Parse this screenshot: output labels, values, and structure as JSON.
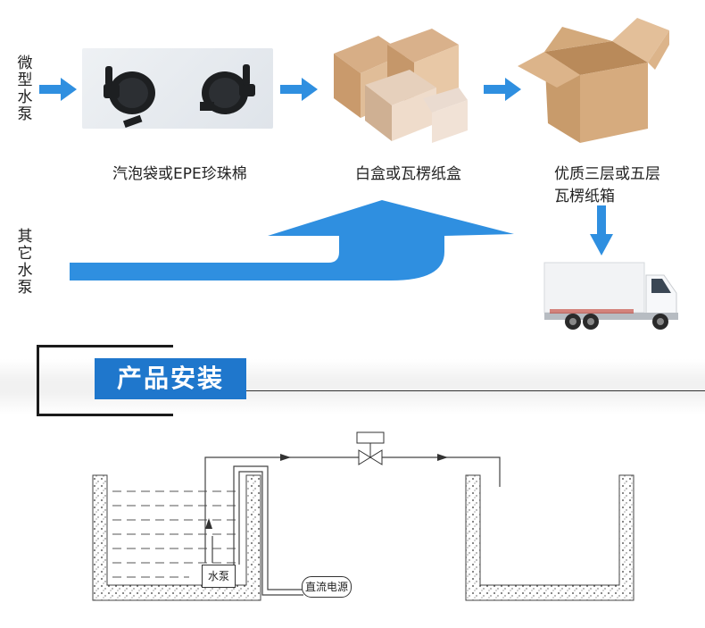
{
  "packaging": {
    "micro_pump_label": [
      "微",
      "型",
      "水",
      "泵"
    ],
    "other_pump_label": [
      "其",
      "它",
      "水",
      "泵"
    ],
    "step1_caption": "汽泡袋或EPE珍珠棉",
    "step2_caption": "白盒或瓦楞纸盒",
    "step3_caption_line1": "优质三层或五层",
    "step3_caption_line2": "瓦楞纸箱"
  },
  "section": {
    "title": "产品安装"
  },
  "diagram": {
    "pump_label": "水泵",
    "power_label": "直流电源"
  },
  "colors": {
    "accent_blue": "#2f8fe0",
    "banner_blue": "#1f77cc"
  }
}
